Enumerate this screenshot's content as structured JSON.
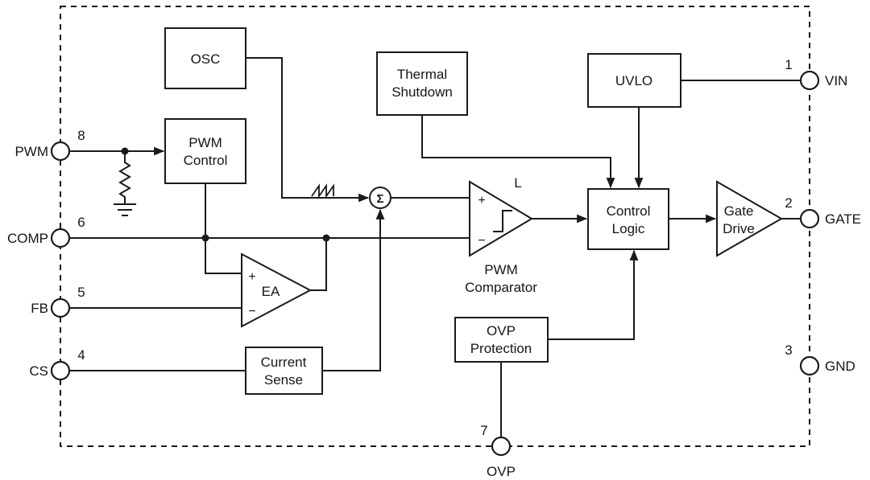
{
  "diagram": {
    "colors": {
      "line": "#1a1a1a",
      "background": "#ffffff"
    },
    "blocks": {
      "osc": {
        "label": "OSC"
      },
      "thermal_shutdown": {
        "line1": "Thermal",
        "line2": "Shutdown"
      },
      "uvlo": {
        "label": "UVLO"
      },
      "pwm_control": {
        "line1": "PWM",
        "line2": "Control"
      },
      "control_logic": {
        "line1": "Control",
        "line2": "Logic"
      },
      "gate_drive": {
        "line1": "Gate",
        "line2": "Drive"
      },
      "current_sense": {
        "line1": "Current",
        "line2": "Sense"
      },
      "ovp_protection": {
        "line1": "OVP",
        "line2": "Protection"
      },
      "error_amp": {
        "label": "EA",
        "plus": "+",
        "minus": "−"
      },
      "pwm_comparator": {
        "plus": "+",
        "minus": "−",
        "latch": "L",
        "caption_line1": "PWM",
        "caption_line2": "Comparator"
      },
      "summing_junction": {
        "symbol": "Σ"
      }
    },
    "pins": [
      {
        "number": "8",
        "name": "PWM",
        "side": "left"
      },
      {
        "number": "6",
        "name": "COMP",
        "side": "left"
      },
      {
        "number": "5",
        "name": "FB",
        "side": "left"
      },
      {
        "number": "4",
        "name": "CS",
        "side": "left"
      },
      {
        "number": "1",
        "name": "VIN",
        "side": "right"
      },
      {
        "number": "2",
        "name": "GATE",
        "side": "right"
      },
      {
        "number": "3",
        "name": "GND",
        "side": "right"
      },
      {
        "number": "7",
        "name": "OVP",
        "side": "bottom"
      }
    ]
  }
}
